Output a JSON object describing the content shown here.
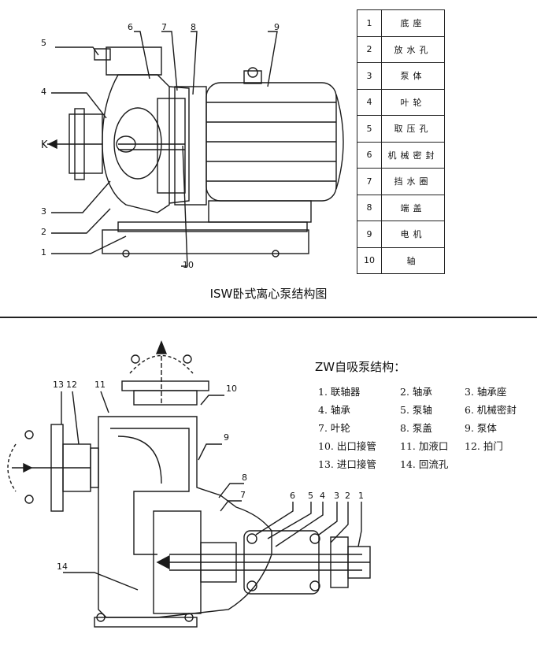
{
  "top_diagram": {
    "caption": "ISW卧式离心泵结构图",
    "k_label": "K",
    "callouts": [
      "5",
      "6",
      "7",
      "8",
      "9",
      "4",
      "3",
      "2",
      "1",
      "10"
    ],
    "parts": [
      {
        "num": "1",
        "name": "底座"
      },
      {
        "num": "2",
        "name": "放水孔"
      },
      {
        "num": "3",
        "name": "泵体"
      },
      {
        "num": "4",
        "name": "叶轮"
      },
      {
        "num": "5",
        "name": "取压孔"
      },
      {
        "num": "6",
        "name": "机械密封"
      },
      {
        "num": "7",
        "name": "挡水圈"
      },
      {
        "num": "8",
        "name": "端盖"
      },
      {
        "num": "9",
        "name": "电机"
      },
      {
        "num": "10",
        "name": "轴"
      }
    ]
  },
  "bottom_diagram": {
    "title": "ZW自吸泵结构：",
    "callouts": [
      "13",
      "12",
      "11",
      "10",
      "9",
      "8",
      "7",
      "6",
      "5",
      "4",
      "3",
      "2",
      "1",
      "14"
    ],
    "legend": [
      "1. 联轴器",
      "2. 轴承",
      "3. 轴承座",
      "4. 轴承",
      "5. 泵轴",
      "6. 机械密封",
      "7. 叶轮",
      "8. 泵盖",
      "9. 泵体",
      "10. 出口接管",
      "11. 加液口",
      "12. 拍门",
      "13. 进口接管",
      "14. 回流孔"
    ]
  },
  "colors": {
    "line": "#1a1a1a",
    "background": "#ffffff"
  }
}
